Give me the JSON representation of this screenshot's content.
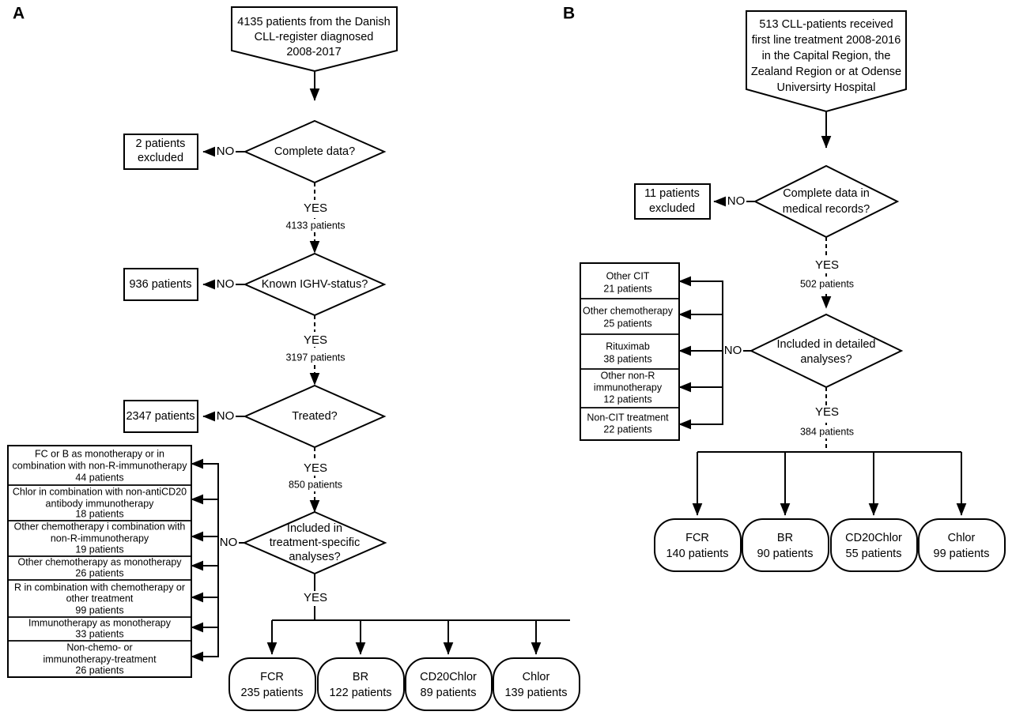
{
  "figure": {
    "type": "flowchart",
    "background": "#ffffff",
    "stroke_color": "#000000",
    "panel_label_color": "#107569"
  },
  "panels": [
    {
      "id": "A",
      "label": "A",
      "source_box": {
        "shape": "hexagon",
        "lines": [
          "4135 patients from the Danish",
          "CLL-register diagnosed",
          "2008-2017"
        ]
      },
      "steps": [
        {
          "decision": [
            "Complete data?"
          ],
          "no_label": "NO",
          "no_box": [
            "2 patients",
            "excluded"
          ],
          "yes_label": "YES",
          "yes_count": "4133 patients"
        },
        {
          "decision": [
            "Known IGHV-status?"
          ],
          "no_label": "NO",
          "no_box": [
            "936 patients"
          ],
          "yes_label": "YES",
          "yes_count": "3197 patients"
        },
        {
          "decision": [
            "Treated?"
          ],
          "no_label": "NO",
          "no_box": [
            "2347 patients"
          ],
          "yes_label": "YES",
          "yes_count": "850 patients"
        },
        {
          "decision": [
            "Included in",
            "treatment-specific",
            "analyses?"
          ],
          "no_label": "NO",
          "no_box": null,
          "yes_label": "YES",
          "yes_count": ""
        }
      ],
      "excluded_table": [
        {
          "lines": [
            "FC or B as monotherapy or in",
            "combination with non-R-immunotherapy",
            "44 patients"
          ]
        },
        {
          "lines": [
            "Chlor in combination with non-antiCD20",
            "antibody immunotherapy",
            "18 patients"
          ]
        },
        {
          "lines": [
            "Other chemotherapy i combination with",
            "non-R-immunotherapy",
            "19 patients"
          ]
        },
        {
          "lines": [
            "Other chemotherapy as monotherapy",
            "26 patients"
          ]
        },
        {
          "lines": [
            "R in combination with chemotherapy or",
            "other treatment",
            "99 patients"
          ]
        },
        {
          "lines": [
            "Immunotherapy as monotherapy",
            "33 patients"
          ]
        },
        {
          "lines": [
            "Non-chemo- or",
            "immunotherapy-treatment",
            "26 patients"
          ]
        }
      ],
      "outcomes": [
        {
          "name": "FCR",
          "count": "235 patients"
        },
        {
          "name": "BR",
          "count": "122 patients"
        },
        {
          "name": "CD20Chlor",
          "count": "89 patients"
        },
        {
          "name": "Chlor",
          "count": "139 patients"
        }
      ]
    },
    {
      "id": "B",
      "label": "B",
      "source_box": {
        "shape": "hexagon",
        "lines": [
          "513 CLL-patients received",
          "first line treatment 2008-2016",
          "in the Capital Region, the",
          "Zealand Region or at Odense",
          "Universirty Hospital"
        ]
      },
      "steps": [
        {
          "decision": [
            "Complete data in",
            "medical records?"
          ],
          "no_label": "NO",
          "no_box": [
            "11 patients",
            "excluded"
          ],
          "yes_label": "YES",
          "yes_count": "502 patients"
        },
        {
          "decision": [
            "Included in detailed",
            "analyses?"
          ],
          "no_label": "NO",
          "no_box": null,
          "yes_label": "YES",
          "yes_count": "384 patients"
        }
      ],
      "excluded_table": [
        {
          "lines": [
            "Other CIT",
            "21 patients"
          ]
        },
        {
          "lines": [
            "Other chemotherapy",
            "25 patients"
          ]
        },
        {
          "lines": [
            "Rituximab",
            "38 patients"
          ]
        },
        {
          "lines": [
            "Other non-R",
            "immunotherapy",
            "12 patients"
          ]
        },
        {
          "lines": [
            "Non-CIT treatment",
            "22 patients"
          ]
        }
      ],
      "outcomes": [
        {
          "name": "FCR",
          "count": "140 patients"
        },
        {
          "name": "BR",
          "count": "90 patients"
        },
        {
          "name": "CD20Chlor",
          "count": "55 patients"
        },
        {
          "name": "Chlor",
          "count": "99 patients"
        }
      ]
    }
  ]
}
